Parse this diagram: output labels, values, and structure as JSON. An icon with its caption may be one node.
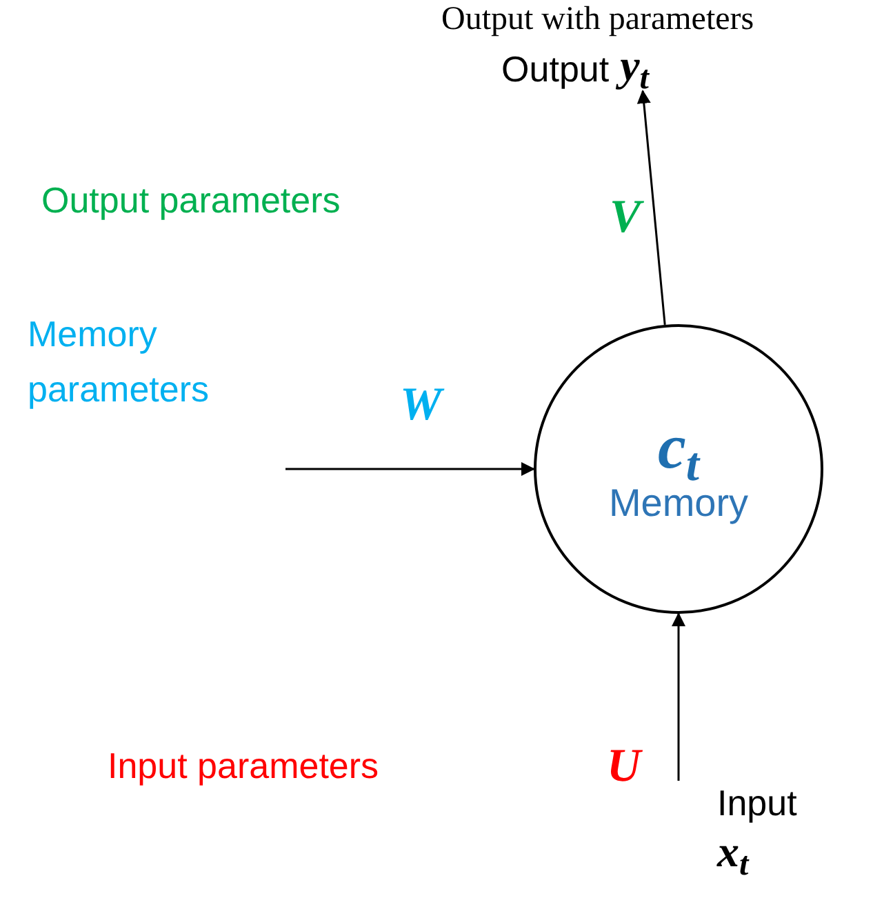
{
  "diagram": {
    "title": "Output with parameters",
    "nodes": [
      {
        "text": [
          "c$_{t}$",
          "Memory"
        ]
      },
      {
        "text": [
          "Output",
          "y$_{t}$"
        ]
      },
      {
        "text": [
          "Input",
          "x$_{t}$"
        ]
      }
    ],
    "edges": [
      {
        "from": 0,
        "to": 1,
        "arrow": "to"
      },
      {
        "from": 2,
        "to": 0,
        "arrow": "to"
      },
      {
        "from": null,
        "to": 0,
        "arrow": "to"
      }
    ],
    "labels": [
      "Output parameters",
      "V",
      "Memory parameters",
      "W",
      "Input parameters",
      "U"
    ]
  }
}
